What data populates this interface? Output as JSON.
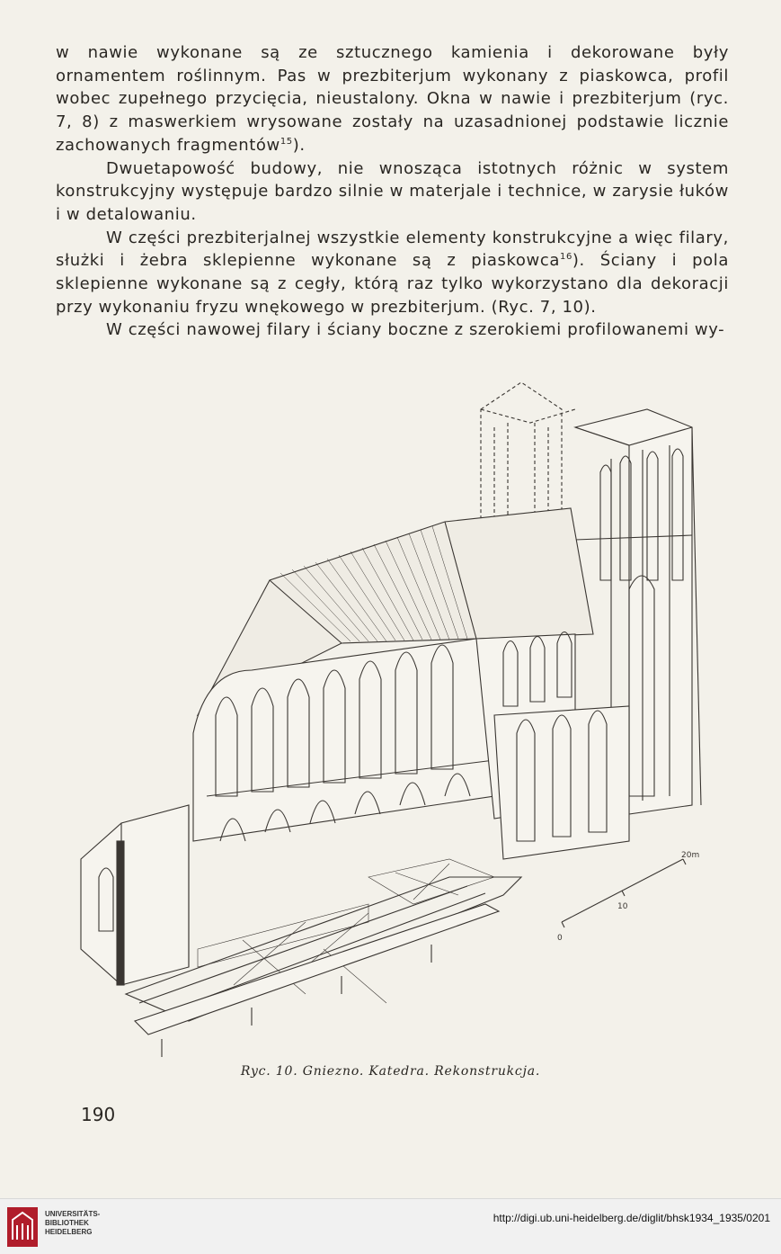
{
  "body": {
    "paragraph_1": "w nawie wykonane są ze sztucznego kamienia i dekorowane były ornamentem roślinnym. Pas w prezbiterjum wykonany z piaskowca, profil wobec zupełnego przycięcia, nieustalony. Okna w nawie i prezbiterjum (ryc. 7, 8) z maswerkiem wrysowane zostały na uzasadnionej podstawie licznie zachowanych fragmentów",
    "footnote_ref_1": "15",
    "paragraph_1_end": ").",
    "paragraph_2": "Dwuetapowość budowy, nie wnosząca istotnych różnic w system konstrukcyjny występuje bardzo silnie w materjale i technice, w zarysie łuków i w detalowaniu.",
    "paragraph_3": "W części prezbiterjalnej wszystkie elementy konstrukcyjne a więc filary, służki i żebra sklepienne wykonane są z piaskowca",
    "footnote_ref_2": "16",
    "paragraph_3_end": "). Ściany i pola sklepienne wykonane są z cegły, którą raz tylko wykorzystano dla dekoracji przy wykonaniu fryzu wnękowego w prezbiterjum. (Ryc. 7, 10).",
    "paragraph_4": "W części nawowej filary i ściany boczne z szerokiemi profilowanemi wy-"
  },
  "figure": {
    "caption": "Ryc. 10. Gniezno. Katedra. Rekonstrukcja.",
    "scale_labels": [
      "0",
      "10",
      "20m"
    ]
  },
  "page_number": "190",
  "footer": {
    "library_line_1": "UNIVERSITÄTS-",
    "library_line_2": "BIBLIOTHEK",
    "library_line_3": "HEIDELBERG",
    "url": "http://digi.ub.uni-heidelberg.de/diglit/bhsk1934_1935/0201"
  }
}
